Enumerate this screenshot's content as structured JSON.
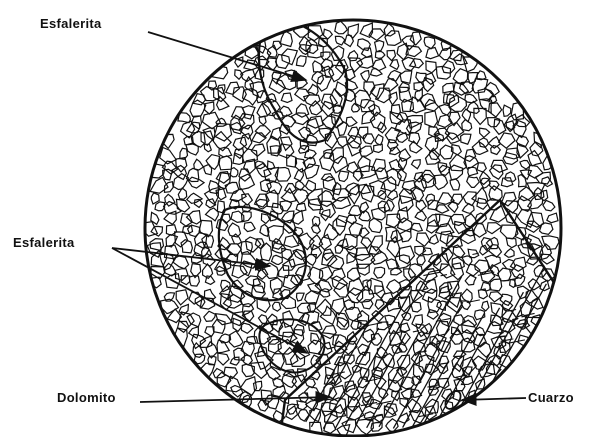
{
  "labels": {
    "top": "Esfalerita",
    "middle": "Esfalerita",
    "dolomite": "Dolomito",
    "quartz": "Cuarzo"
  }
}
